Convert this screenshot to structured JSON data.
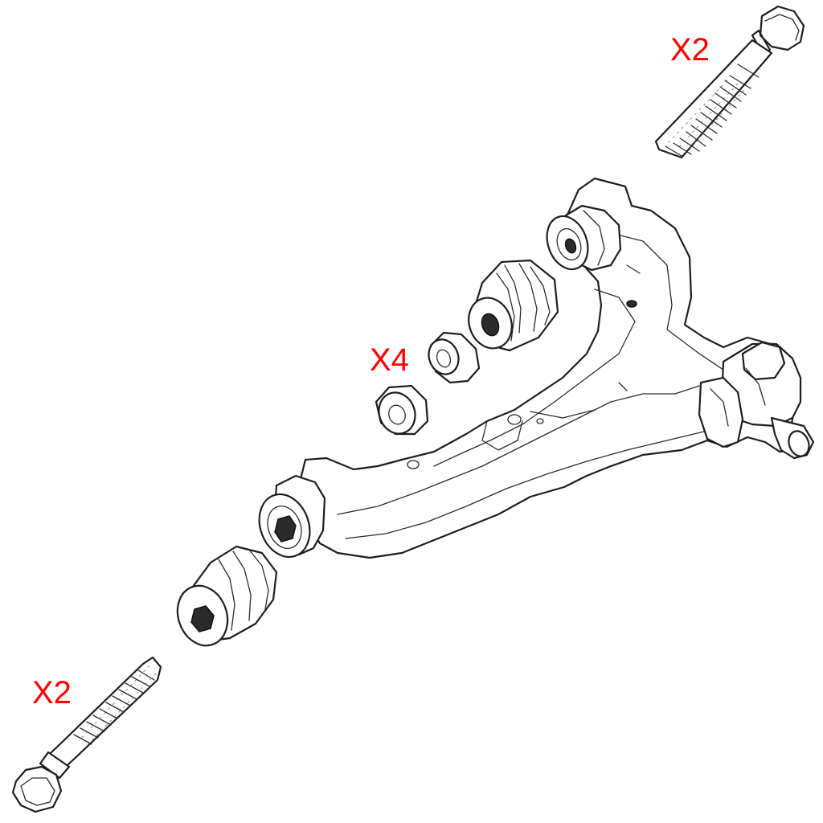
{
  "labels": {
    "top_right_bolt_qty": "X2",
    "washer_qty": "X4",
    "bottom_left_bolt_qty": "X2"
  },
  "colors": {
    "label": "#ff0000",
    "line_art": "#1e1e1e",
    "background": "#ffffff"
  }
}
